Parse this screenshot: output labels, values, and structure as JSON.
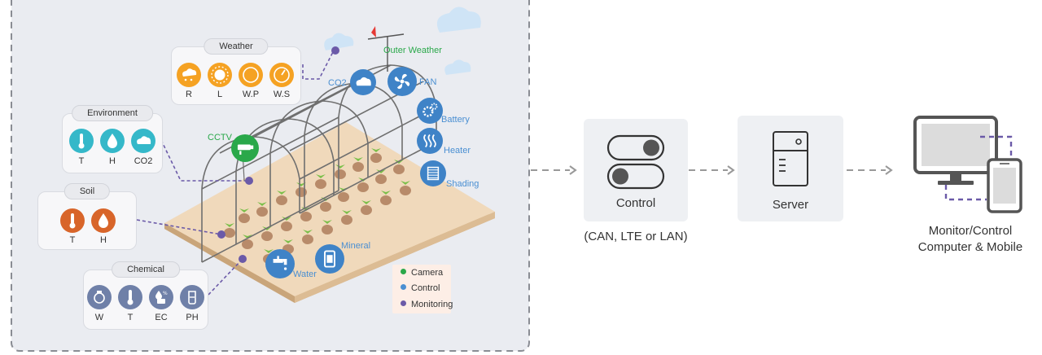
{
  "colors": {
    "panel_bg": "#eaecf1",
    "panel_border": "#8a8d94",
    "weather_orange": "#f5a223",
    "soil_orange": "#d8652a",
    "env_teal": "#35b8c9",
    "control_blue": "#3f83c7",
    "chemical_slate": "#6f80a8",
    "monitor_purple": "#6b5aa8",
    "camera_green": "#2aa84a",
    "legend_bg": "#fdeee6"
  },
  "weather": {
    "title": "Weather",
    "items": [
      {
        "label": "R",
        "icon": "rain-cloud-icon"
      },
      {
        "label": "L",
        "icon": "sun-icon"
      },
      {
        "label": "W.P",
        "icon": "compass-icon"
      },
      {
        "label": "W.S",
        "icon": "gauge-icon"
      }
    ]
  },
  "environment": {
    "title": "Environment",
    "items": [
      {
        "label": "T",
        "icon": "thermometer-icon"
      },
      {
        "label": "H",
        "icon": "water-drop-icon"
      },
      {
        "label": "CO2",
        "icon": "cloud-icon"
      }
    ]
  },
  "soil": {
    "title": "Soil",
    "items": [
      {
        "label": "T",
        "icon": "thermometer-icon"
      },
      {
        "label": "H",
        "icon": "water-drop-icon"
      }
    ]
  },
  "chemical": {
    "title": "Chemical",
    "items": [
      {
        "label": "W",
        "icon": "scale-icon"
      },
      {
        "label": "T",
        "icon": "thermometer-icon"
      },
      {
        "label": "EC",
        "icon": "ec-drop-icon"
      },
      {
        "label": "PH",
        "icon": "beaker-icon"
      }
    ]
  },
  "devices": {
    "outer_weather": "Outer Weather",
    "co2": "CO2",
    "fan": "FAN",
    "battery": "Battery",
    "heater": "Heater",
    "shading": "Shading",
    "cctv": "CCTV",
    "water": "Water",
    "mineral": "Mineral"
  },
  "legend": {
    "items": [
      {
        "label": "Camera",
        "color": "#2aa84a"
      },
      {
        "label": "Control",
        "color": "#4a8fd2"
      },
      {
        "label": "Monitoring",
        "color": "#6b5aa8"
      }
    ]
  },
  "flow": {
    "control": {
      "label": "Control",
      "caption": "(CAN, LTE or LAN)",
      "icon": "toggle-switch-icon"
    },
    "server": {
      "label": "Server",
      "icon": "server-tower-icon"
    },
    "client": {
      "caption_line1": "Monitor/Control",
      "caption_line2": "Computer & Mobile",
      "icon": "monitor-mobile-icon"
    }
  }
}
